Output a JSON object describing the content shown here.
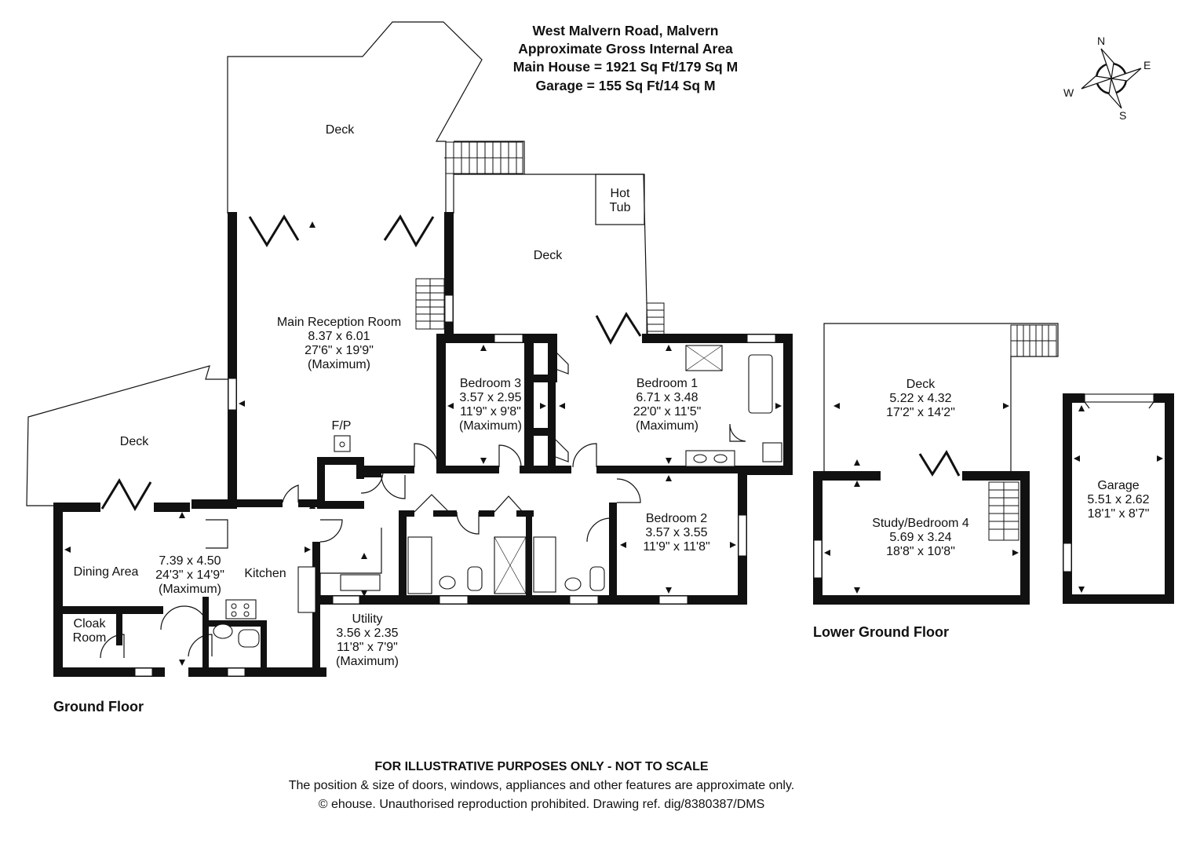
{
  "header": {
    "address": "West Malvern Road, Malvern",
    "area_title": "Approximate Gross Internal Area",
    "main_house": "Main House = 1921 Sq Ft/179 Sq M",
    "garage": "Garage = 155 Sq Ft/14 Sq M"
  },
  "compass": {
    "n": "N",
    "e": "E",
    "s": "S",
    "w": "W"
  },
  "floors": {
    "ground": "Ground Floor",
    "lower": "Lower Ground Floor"
  },
  "rooms": {
    "deck_top": {
      "name": "Deck"
    },
    "deck_mid": {
      "name": "Deck"
    },
    "deck_left": {
      "name": "Deck"
    },
    "hot_tub": {
      "line1": "Hot",
      "line2": "Tub"
    },
    "reception": {
      "name": "Main Reception Room",
      "metric": "8.37 x 6.01",
      "imperial": "27'6\" x 19'9\"",
      "note": "(Maximum)"
    },
    "bedroom3": {
      "name": "Bedroom 3",
      "metric": "3.57 x 2.95",
      "imperial": "11'9\" x 9'8\"",
      "note": "(Maximum)"
    },
    "bedroom1": {
      "name": "Bedroom 1",
      "metric": "6.71 x 3.48",
      "imperial": "22'0\" x 11'5\"",
      "note": "(Maximum)"
    },
    "bedroom2": {
      "name": "Bedroom 2",
      "metric": "3.57 x 3.55",
      "imperial": "11'9\" x 11'8\""
    },
    "fireplace": {
      "name": "F/P"
    },
    "dining": {
      "name": "Dining Area",
      "metric": "7.39 x 4.50",
      "imperial": "24'3\" x 14'9\"",
      "note": "(Maximum)"
    },
    "kitchen": {
      "name": "Kitchen"
    },
    "cloak": {
      "line1": "Cloak",
      "line2": "Room"
    },
    "utility": {
      "name": "Utility",
      "metric": "3.56 x 2.35",
      "imperial": "11'8\" x 7'9\"",
      "note": "(Maximum)"
    },
    "deck_lower": {
      "name": "Deck",
      "metric": "5.22 x 4.32",
      "imperial": "17'2\" x 14'2\""
    },
    "study": {
      "name": "Study/Bedroom 4",
      "metric": "5.69 x 3.24",
      "imperial": "18'8\" x 10'8\""
    },
    "garage": {
      "name": "Garage",
      "metric": "5.51 x 2.62",
      "imperial": "18'1\" x 8'7\""
    }
  },
  "footer": {
    "disclaimer": "FOR ILLUSTRATIVE PURPOSES ONLY - NOT TO SCALE",
    "note": "The position & size of doors, windows, appliances and other features are approximate only.",
    "copyright": "© ehouse. Unauthorised reproduction prohibited. Drawing ref. dig/8380387/DMS"
  }
}
